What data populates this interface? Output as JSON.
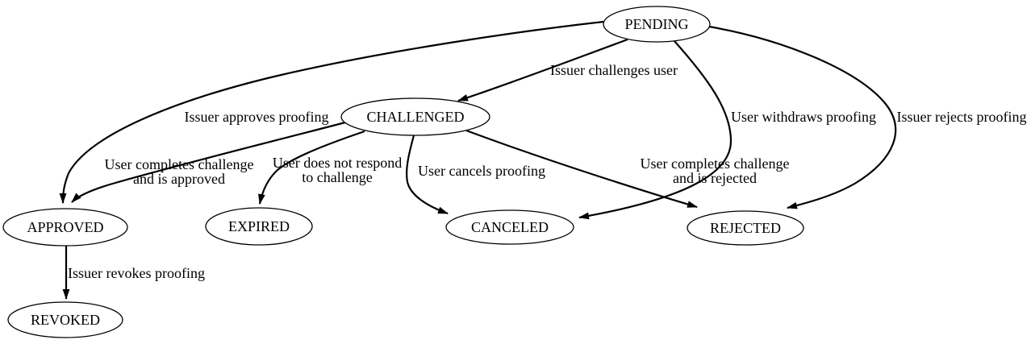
{
  "diagram": {
    "kind": "state-machine",
    "colors": {
      "background": "#ffffff",
      "stroke": "#000000",
      "text": "#000000",
      "node_fill": "#ffffff"
    },
    "nodes": {
      "pending": {
        "label": "PENDING"
      },
      "challenged": {
        "label": "CHALLENGED"
      },
      "approved": {
        "label": "APPROVED"
      },
      "expired": {
        "label": "EXPIRED"
      },
      "canceled": {
        "label": "CANCELED"
      },
      "rejected": {
        "label": "REJECTED"
      },
      "revoked": {
        "label": "REVOKED"
      }
    },
    "edges": {
      "pending_challenged": {
        "from": "PENDING",
        "to": "CHALLENGED",
        "label": "Issuer challenges user"
      },
      "pending_approved": {
        "from": "PENDING",
        "to": "APPROVED",
        "label": "Issuer approves proofing"
      },
      "pending_canceled": {
        "from": "PENDING",
        "to": "CANCELED",
        "label": "User withdraws proofing"
      },
      "pending_rejected": {
        "from": "PENDING",
        "to": "REJECTED",
        "label": "Issuer rejects proofing"
      },
      "challenged_approved": {
        "from": "CHALLENGED",
        "to": "APPROVED",
        "label_line1": "User completes challenge",
        "label_line2": "and is approved"
      },
      "challenged_expired": {
        "from": "CHALLENGED",
        "to": "EXPIRED",
        "label_line1": "User does not respond",
        "label_line2": "to challenge"
      },
      "challenged_canceled": {
        "from": "CHALLENGED",
        "to": "CANCELED",
        "label": "User cancels proofing"
      },
      "challenged_rejected": {
        "from": "CHALLENGED",
        "to": "REJECTED",
        "label_line1": "User completes challenge",
        "label_line2": "and is rejected"
      },
      "approved_revoked": {
        "from": "APPROVED",
        "to": "REVOKED",
        "label": "Issuer revokes proofing"
      }
    }
  }
}
